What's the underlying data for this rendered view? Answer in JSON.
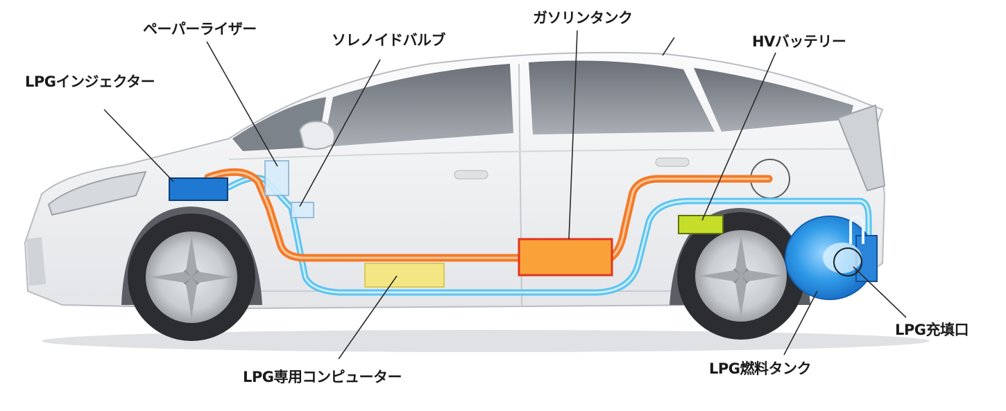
{
  "labels": {
    "paper_riser": "ペーパーライザー",
    "solenoid_valve": "ソレノイドバルブ",
    "gasoline_tank": "ガソリンタンク",
    "hv_battery": "HVバッテリー",
    "lpg_injector": "LPGインジェクター",
    "lpg_computer": "LPG専用コンピューター",
    "lpg_filler": "LPG充填口",
    "lpg_fuel_tank": "LPG燃料タンク"
  },
  "colors": {
    "gasoline_line": "#f47a28",
    "lpg_line": "#5cc4f0",
    "injector": "#1f78d1",
    "computer": "#f4e684",
    "gas_tank": "#f9a23a",
    "battery": "#c6de2a",
    "lpg_tank": "#2f9ae8",
    "car_body": "#f2f3f5"
  }
}
